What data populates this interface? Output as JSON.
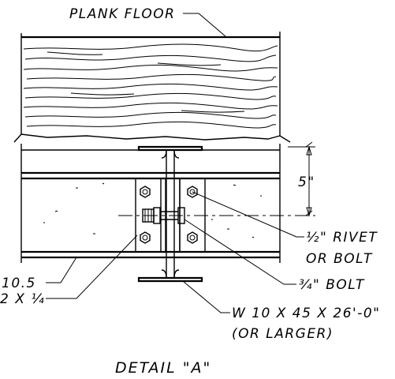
{
  "labels": {
    "plank_floor": "PLANK FLOOR",
    "dim_5": "5\"",
    "rivet_line1": "½\" RIVET",
    "rivet_line2": "OR BOLT",
    "bolt": "¾\" BOLT",
    "left_upper": "10.5",
    "left_lower": "2 X ¼",
    "beam_line1": "W 10 X 45 X 26'-0\"",
    "beam_line2": "(OR LARGER)",
    "title": "DETAIL \"A\""
  },
  "colors": {
    "line": "#000000",
    "background": "#ffffff"
  },
  "icons": [
    "hex-nut-icon",
    "bolt-icon"
  ]
}
